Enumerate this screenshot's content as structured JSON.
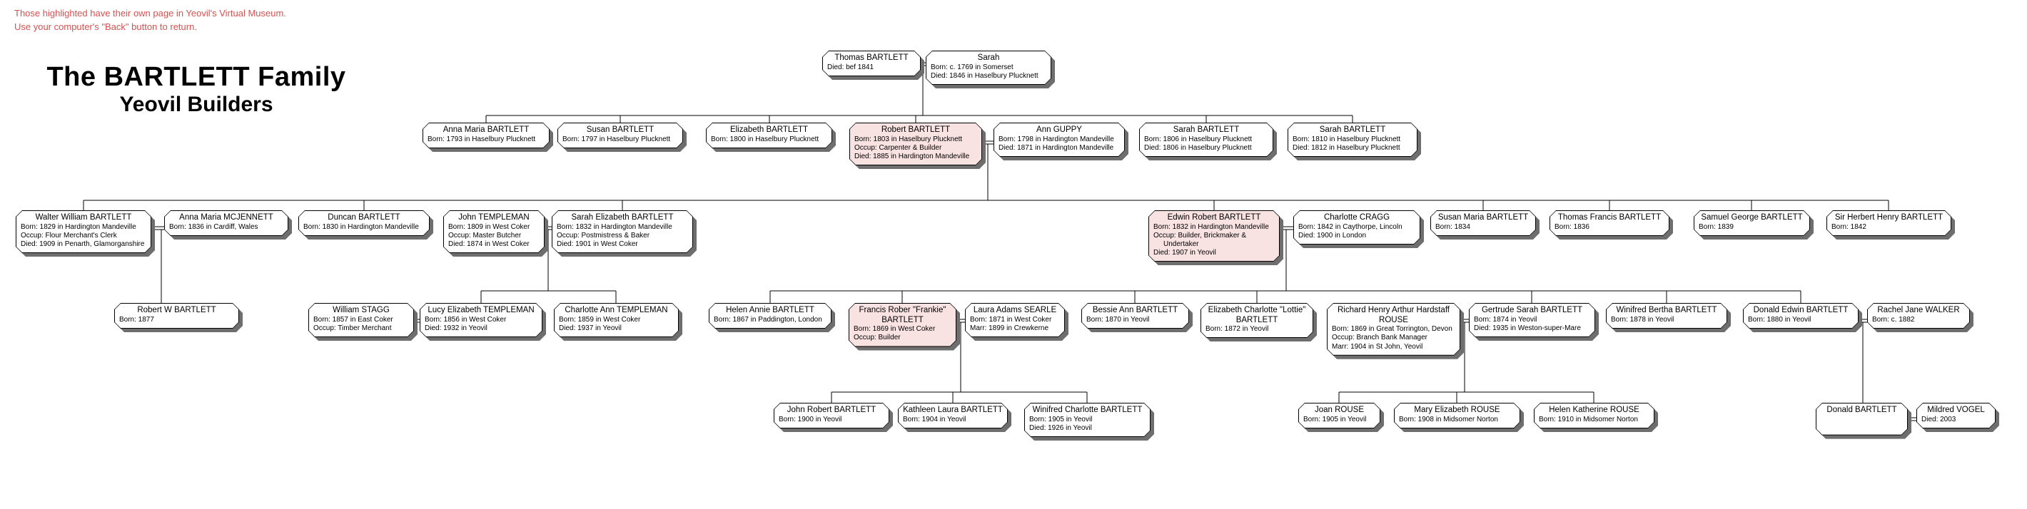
{
  "note": {
    "line1": "Those highlighted have their own page in Yeovil's Virtual Museum.",
    "line2": "Use your computer's \"Back\" button to return."
  },
  "title": {
    "main": "The BARTLETT Family",
    "sub": "Yeovil Builders"
  },
  "colors": {
    "highlight_pink": "#f9e2e2",
    "note_red": "#dd4f4f",
    "box_border": "#000000",
    "box_shadow": "#6e6e6e"
  },
  "people": [
    {
      "name": "Thomas BARTLETT",
      "highlighted": false,
      "details": [
        "Died: bef 1841"
      ]
    },
    {
      "name": "Sarah",
      "highlighted": false,
      "details": [
        "Born: c. 1769 in Somerset",
        "Died: 1846 in Haselbury Plucknett"
      ]
    },
    {
      "name": "Anna Maria BARTLETT",
      "highlighted": false,
      "details": [
        "Born: 1793 in Haselbury Plucknett"
      ]
    },
    {
      "name": "Susan BARTLETT",
      "highlighted": false,
      "details": [
        "Born: 1797 in Haselbury Plucknett"
      ]
    },
    {
      "name": "Elizabeth BARTLETT",
      "highlighted": false,
      "details": [
        "Born: 1800 in Haselbury Plucknett"
      ]
    },
    {
      "name": "Robert BARTLETT",
      "highlighted": true,
      "details": [
        "Born: 1803 in Haselbury Plucknett",
        "Occup: Carpenter & Builder",
        "Died: 1885 in Hardington Mandeville"
      ]
    },
    {
      "name": "Ann GUPPY",
      "highlighted": false,
      "details": [
        "Born: 1798 in Hardington Mandeville",
        "Died: 1871 in Hardington Mandeville"
      ]
    },
    {
      "name": "Sarah BARTLETT",
      "highlighted": false,
      "details": [
        "Born: 1806 in Haselbury Plucknett",
        "Died: 1806 in Haselbury Plucknett"
      ]
    },
    {
      "name": "Sarah BARTLETT",
      "highlighted": false,
      "details": [
        "Born: 1810 in Haselbury Plucknett",
        "Died: 1812 in Haselbury Plucknett"
      ]
    },
    {
      "name": "Walter William BARTLETT",
      "highlighted": false,
      "details": [
        "Born: 1829 in Hardington Mandeville",
        "Occup: Flour Merchant's Clerk",
        "Died: 1909 in Penarth, Glamorganshire"
      ]
    },
    {
      "name": "Anna Maria MCJENNETT",
      "highlighted": false,
      "details": [
        "Born: 1836 in Cardiff, Wales"
      ]
    },
    {
      "name": "Duncan BARTLETT",
      "highlighted": false,
      "details": [
        "Born: 1830 in Hardington Mandeville"
      ]
    },
    {
      "name": "John TEMPLEMAN",
      "highlighted": false,
      "details": [
        "Born: 1809 in West Coker",
        "Occup: Master Butcher",
        "Died: 1874 in West Coker"
      ]
    },
    {
      "name": "Sarah Elizabeth BARTLETT",
      "highlighted": false,
      "details": [
        "Born: 1832 in Hardington Mandeville",
        "Occup: Postmistress & Baker",
        "Died: 1901 in West Coker"
      ]
    },
    {
      "name": "Edwin Robert BARTLETT",
      "highlighted": true,
      "details": [
        "Born: 1832 in Hardington Mandeville",
        "Occup: Builder, Brickmaker & Undertaker",
        "Died: 1907 in Yeovil"
      ]
    },
    {
      "name": "Charlotte CRAGG",
      "highlighted": false,
      "details": [
        "Born: 1842 in Caythorpe, Lincoln",
        "Died: 1900 in London"
      ]
    },
    {
      "name": "Susan Maria BARTLETT",
      "highlighted": false,
      "details": [
        "Born: 1834"
      ]
    },
    {
      "name": "Thomas Francis BARTLETT",
      "highlighted": false,
      "details": [
        "Born: 1836"
      ]
    },
    {
      "name": "Samuel George BARTLETT",
      "highlighted": false,
      "details": [
        "Born: 1839"
      ]
    },
    {
      "name": "Sir Herbert Henry BARTLETT",
      "highlighted": false,
      "details": [
        "Born: 1842"
      ]
    },
    {
      "name": "Robert W BARTLETT",
      "highlighted": false,
      "details": [
        "Born: 1877"
      ]
    },
    {
      "name": "William STAGG",
      "highlighted": false,
      "details": [
        "Born: 1857 in East Coker",
        "Occup: Timber Merchant"
      ]
    },
    {
      "name": "Lucy Elizabeth TEMPLEMAN",
      "highlighted": false,
      "details": [
        "Born: 1856 in West Coker",
        "Died: 1932 in Yeovil"
      ]
    },
    {
      "name": "Charlotte Ann TEMPLEMAN",
      "highlighted": false,
      "details": [
        "Born: 1859 in West Coker",
        "Died: 1937 in Yeovil"
      ]
    },
    {
      "name": "Helen Annie BARTLETT",
      "highlighted": false,
      "details": [
        "Born: 1867 in Paddington, London"
      ]
    },
    {
      "name": "Francis Rober \"Frankie\" BARTLETT",
      "highlighted": true,
      "details": [
        "Born: 1869 in West Coker",
        "Occup: Builder"
      ]
    },
    {
      "name": "Laura Adams SEARLE",
      "highlighted": false,
      "details": [
        "Born: 1871 in West Coker",
        "Marr: 1899 in Crewkerne"
      ]
    },
    {
      "name": "Bessie Ann BARTLETT",
      "highlighted": false,
      "details": [
        "Born: 1870 in Yeovil"
      ]
    },
    {
      "name": "Elizabeth Charlotte \"Lottie\" BARTLETT",
      "highlighted": false,
      "details": [
        "Born: 1872 in Yeovil"
      ]
    },
    {
      "name": "Richard Henry Arthur Hardstaff ROUSE",
      "highlighted": false,
      "details": [
        "Born: 1869 in Great Torrington, Devon",
        "Occup: Branch Bank Manager",
        "Marr: 1904 in St John, Yeovil"
      ]
    },
    {
      "name": "Gertrude Sarah BARTLETT",
      "highlighted": false,
      "details": [
        "Born: 1874 in Yeovil",
        "Died: 1935 in Weston-super-Mare"
      ]
    },
    {
      "name": "Winifred Bertha BARTLETT",
      "highlighted": false,
      "details": [
        "Born: 1878 in Yeovil"
      ]
    },
    {
      "name": "Donald Edwin BARTLETT",
      "highlighted": false,
      "details": [
        "Born: 1880 in Yeovil"
      ]
    },
    {
      "name": "Rachel Jane WALKER",
      "highlighted": false,
      "details": [
        "Born: c. 1882"
      ]
    },
    {
      "name": "John Robert BARTLETT",
      "highlighted": false,
      "details": [
        "Born: 1900 in Yeovil"
      ]
    },
    {
      "name": "Kathleen Laura BARTLETT",
      "highlighted": false,
      "details": [
        "Born: 1904 in Yeovil"
      ]
    },
    {
      "name": "Winifred Charlotte BARTLETT",
      "highlighted": false,
      "details": [
        "Born: 1905 in Yeovil",
        "Died: 1926 in Yeovil"
      ]
    },
    {
      "name": "Joan ROUSE",
      "highlighted": false,
      "details": [
        "Born: 1905 in Yeovil"
      ]
    },
    {
      "name": "Mary Elizabeth ROUSE",
      "highlighted": false,
      "details": [
        "Born: 1908 in Midsomer Norton"
      ]
    },
    {
      "name": "Helen Katherine ROUSE",
      "highlighted": false,
      "details": [
        "Born: 1910 in Midsomer Norton"
      ]
    },
    {
      "name": "Donald BARTLETT",
      "highlighted": false,
      "details": []
    },
    {
      "name": "Mildred VOGEL",
      "highlighted": false,
      "details": [
        "Died: 2003"
      ]
    }
  ]
}
